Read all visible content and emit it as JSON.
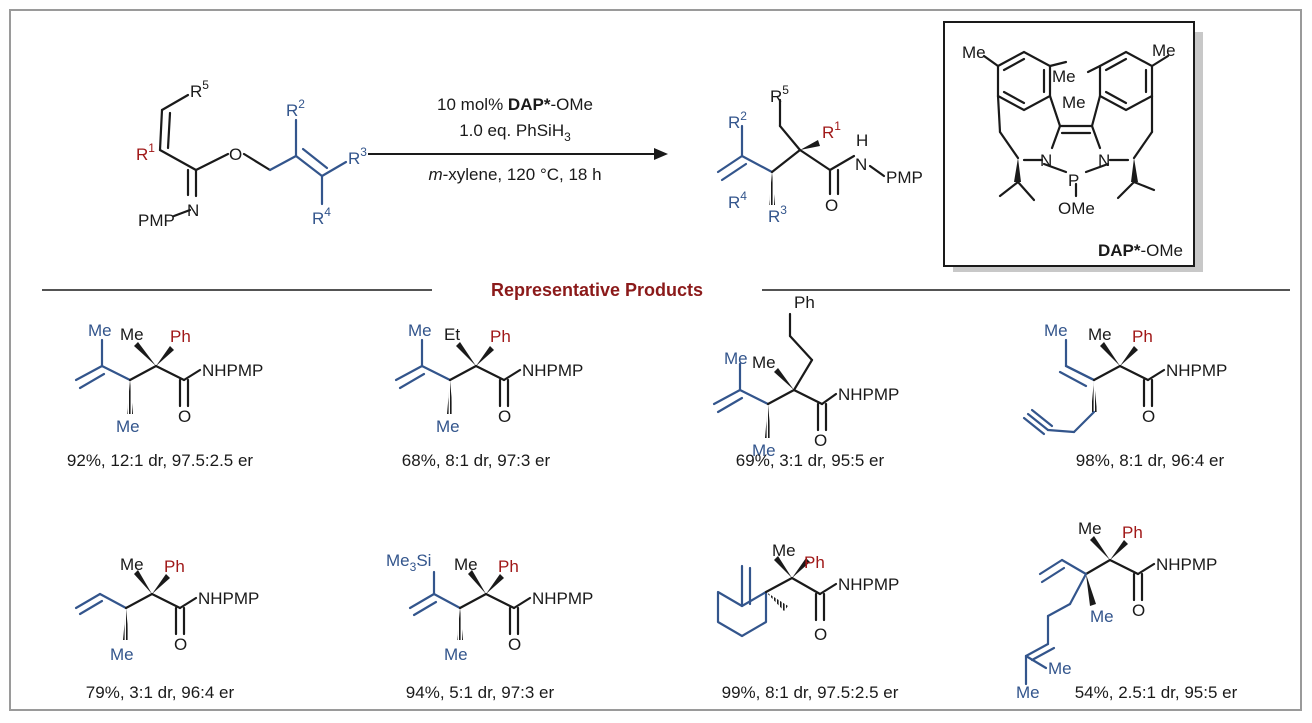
{
  "scheme": {
    "conditions": {
      "line1_prefix": "10 mol% ",
      "line1_bold": "DAP*",
      "line1_suffix": "-OMe",
      "line2_prefix": "1.0 eq. PhSiH",
      "line2_sub": "3",
      "line3_italic": "m",
      "line3_rest": "-xylene, 120 °C, 18 h"
    },
    "substrate_labels": {
      "R1": "R",
      "R1_sup": "1",
      "R2": "R",
      "R2_sup": "2",
      "R3": "R",
      "R3_sup": "3",
      "R4": "R",
      "R4_sup": "4",
      "R5": "R",
      "R5_sup": "5",
      "O": "O",
      "N": "N",
      "PMP": "PMP"
    },
    "product_labels": {
      "H": "H",
      "N": "N",
      "PMP": "PMP",
      "O": "O"
    },
    "catalyst": {
      "me": "Me",
      "n": "N",
      "p": "P",
      "ome": "OMe",
      "name_bold": "DAP*",
      "name_suffix": "-OMe"
    }
  },
  "section_title": "Representative Products",
  "products": [
    {
      "caption": "92%, 12:1 dr, 97.5:2.5 er"
    },
    {
      "caption": "68%, 8:1 dr, 97:3 er"
    },
    {
      "caption": "69%, 3:1 dr, 95:5 er"
    },
    {
      "caption": "98%, 8:1 dr, 96:4 er"
    },
    {
      "caption": "79%, 3:1 dr, 96:4 er"
    },
    {
      "caption": "94%, 5:1 dr, 97:3 er"
    },
    {
      "caption": "99%, 8:1 dr, 97.5:2.5 er"
    },
    {
      "caption": "54%, 2.5:1 dr, 95:5 er"
    }
  ],
  "atom_labels": {
    "me": "Me",
    "et": "Et",
    "ph": "Ph",
    "nhpmp": "NHPMP",
    "o": "O",
    "me3": "Me",
    "me3_sub": "3",
    "si": "Si"
  },
  "colors": {
    "ink": "#1a1a1a",
    "blue": "#33558c",
    "red": "#a01818",
    "title": "#8b1a1a",
    "frame": "#9a9a9a"
  }
}
